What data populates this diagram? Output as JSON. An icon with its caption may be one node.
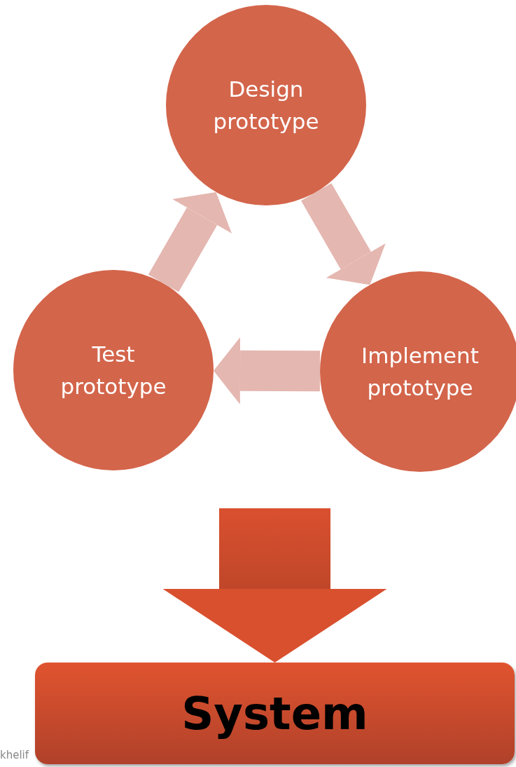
{
  "diagram": {
    "nodes": [
      {
        "text": [
          "Design prototype"
        ]
      },
      {
        "text": [
          "Implement prototype"
        ]
      },
      {
        "text": [
          "Test prototype"
        ]
      },
      {
        "text": [
          "System"
        ]
      }
    ],
    "edges": [
      {
        "from": 0,
        "to": 1,
        "arrow": "to"
      },
      {
        "from": 1,
        "to": 2,
        "arrow": "to"
      },
      {
        "from": 2,
        "to": 0,
        "arrow": "to"
      },
      {
        "from": null,
        "to": 3,
        "arrow": "to",
        "color": "#d9502f"
      }
    ],
    "labels": [
      "khelif"
    ]
  }
}
